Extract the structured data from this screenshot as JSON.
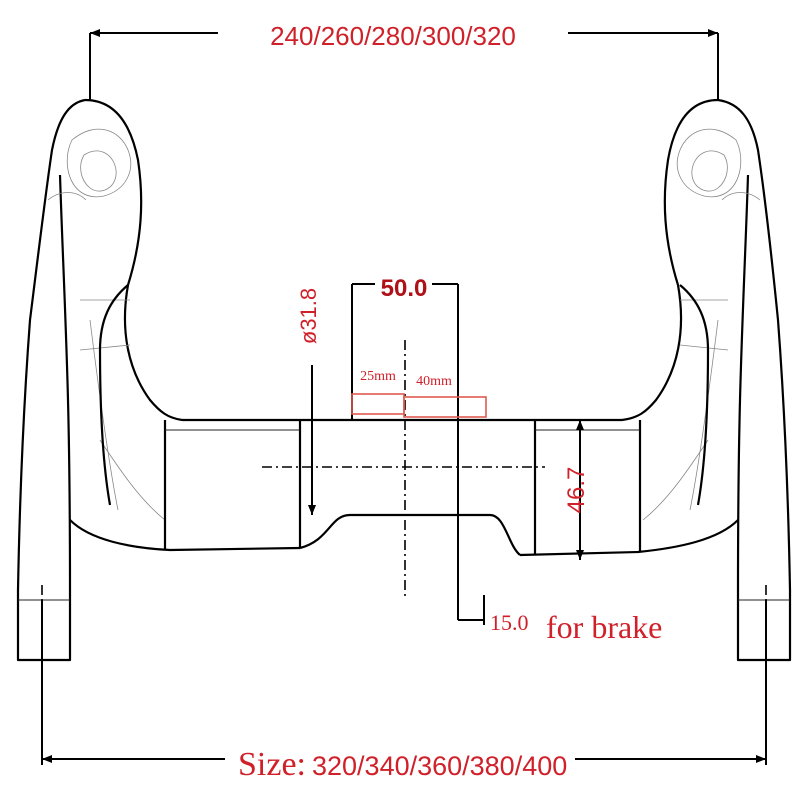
{
  "labels": {
    "top_widths": "240/260/280/300/320",
    "clamp_diameter": "ø31.8",
    "center_width": "50.0",
    "flat_25": "25mm",
    "flat_40": "40mm",
    "center_height": "46.7",
    "brake_offset": "15.0",
    "brake_note": "for brake",
    "size_prefix": "Size:",
    "size_values": "320/340/360/380/400"
  },
  "colors": {
    "annotation": "#d0202a",
    "line": "#000000",
    "box": "#e05a50"
  }
}
